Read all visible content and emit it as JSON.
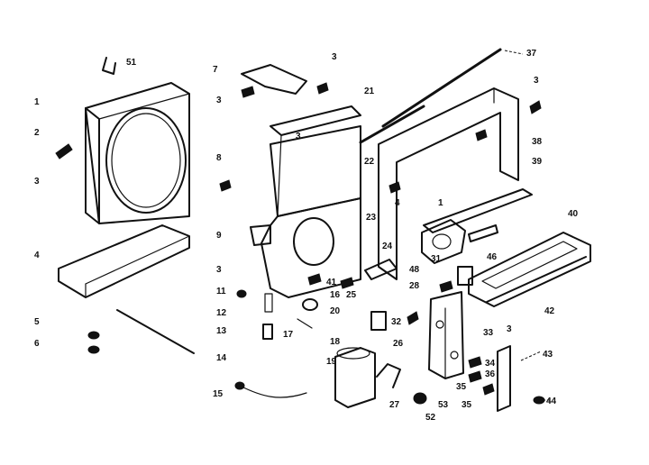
{
  "labels": [
    "51",
    "1",
    "2",
    "3",
    "4",
    "5",
    "6",
    "7",
    "3",
    "8",
    "9",
    "3",
    "11",
    "12",
    "13",
    "14",
    "15",
    "3",
    "21",
    "3",
    "22",
    "23",
    "24",
    "41",
    "25",
    "16",
    "20",
    "17",
    "18",
    "19",
    "27",
    "37",
    "3",
    "38",
    "39",
    "4",
    "1",
    "31",
    "40",
    "46",
    "48",
    "28",
    "32",
    "26",
    "33",
    "3",
    "42",
    "43",
    "34",
    "36",
    "35",
    "35",
    "53",
    "52",
    "44"
  ]
}
